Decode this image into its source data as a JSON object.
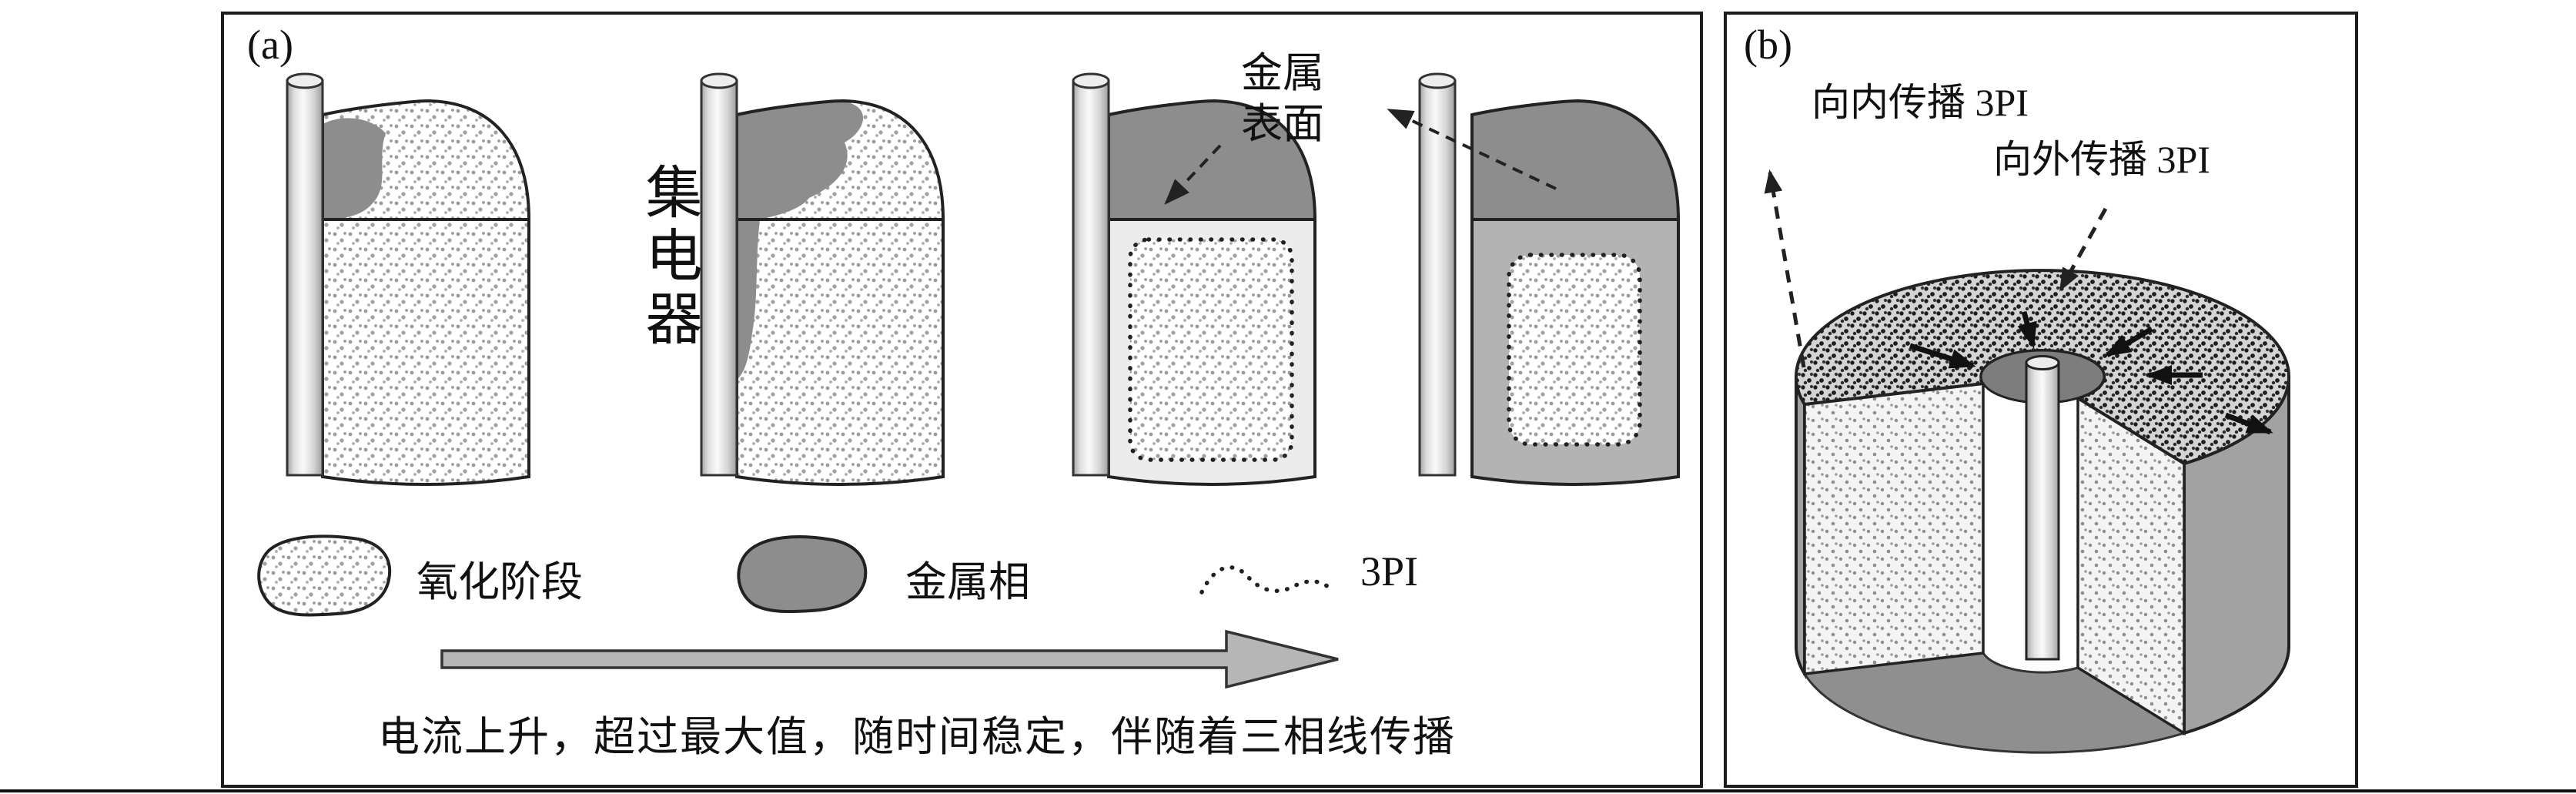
{
  "panel_a": {
    "label": "(a)",
    "collector_label": "集电器",
    "metal_surface_label": {
      "line1": "金属",
      "line2": "表面"
    },
    "legend": [
      {
        "swatch": "oxide-stipple-swatch",
        "label": "氧化阶段"
      },
      {
        "swatch": "metal-gray-swatch",
        "label": "金属相"
      },
      {
        "swatch": "dotted-3pi-line-swatch",
        "label": "3PI"
      }
    ],
    "process_caption": "电流上升，超过最大值，随时间稳定，伴随着三相线传播"
  },
  "panel_b": {
    "label": "(b)",
    "inward_label": "向内传播 3PI",
    "outward_label": "向外传播 3PI"
  },
  "colors": {
    "metal_gray": "#8d8d8d",
    "light_metal_gray": "#b3b3b3",
    "wall_gray": "#a2a2a2",
    "arrow_gray": "#b6b6b6",
    "outline": "#1c1c1c",
    "background": "#ffffff"
  }
}
